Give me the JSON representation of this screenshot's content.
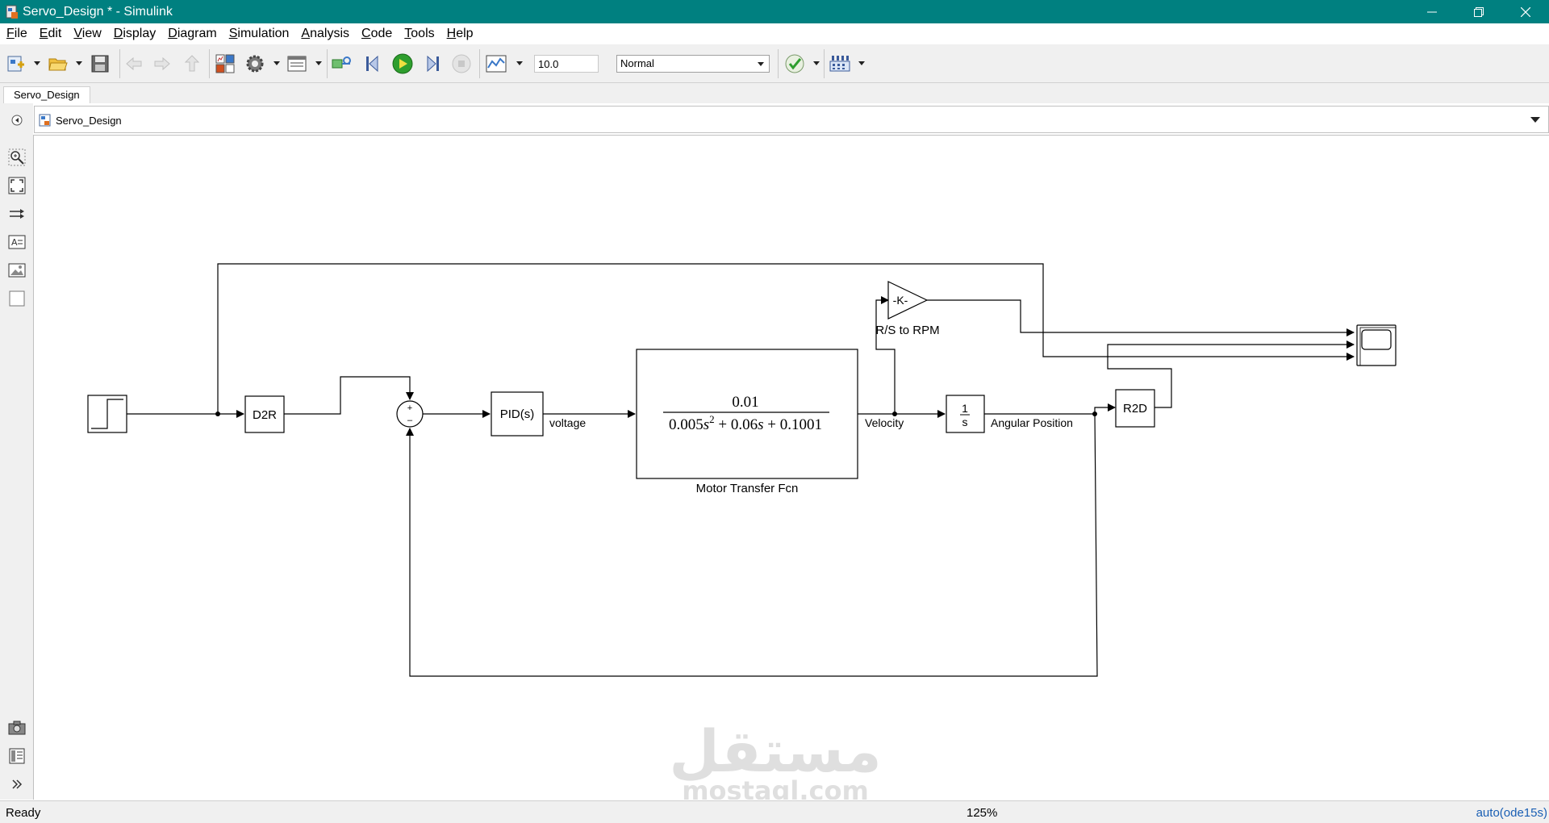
{
  "window": {
    "title": "Servo_Design * - Simulink"
  },
  "menu": [
    {
      "label": "File",
      "key": "F",
      "rest": "ile"
    },
    {
      "label": "Edit",
      "key": "E",
      "rest": "dit"
    },
    {
      "label": "View",
      "key": "V",
      "rest": "iew"
    },
    {
      "label": "Display",
      "key": "D",
      "rest": "isplay"
    },
    {
      "label": "Diagram",
      "key": "D",
      "rest": "iagram"
    },
    {
      "label": "Simulation",
      "key": "S",
      "rest": "imulation"
    },
    {
      "label": "Analysis",
      "key": "A",
      "rest": "nalysis"
    },
    {
      "label": "Code",
      "key": "C",
      "rest": "ode"
    },
    {
      "label": "Tools",
      "key": "T",
      "rest": "ools"
    },
    {
      "label": "Help",
      "key": "H",
      "rest": "elp"
    }
  ],
  "toolbar": {
    "stop_time": "10.0",
    "sim_mode": "Normal"
  },
  "tabs": [
    {
      "label": "Servo_Design"
    }
  ],
  "address": {
    "model": "Servo_Design"
  },
  "diagram": {
    "blocks": {
      "d2r": "D2R",
      "sum_plus": "+",
      "sum_minus": "–",
      "pid": "PID(s)",
      "tf_num": "0.01",
      "tf_den_a": "0.005",
      "tf_den_s": "s",
      "tf_den_exp": "2",
      "tf_den_b": " + 0.06",
      "tf_den_c": "s",
      "tf_den_d": " + 0.1001",
      "tf_name": "Motor Transfer Fcn",
      "integrator_num": "1",
      "integrator_den": "s",
      "gain": "-K-",
      "gain_name": "R/S to RPM",
      "r2d": "R2D"
    },
    "signals": {
      "voltage": "voltage",
      "velocity": "Velocity",
      "angular_position": "Angular Position"
    }
  },
  "status": {
    "left": "Ready",
    "zoom": "125%",
    "solver": "auto(ode15s)"
  },
  "watermark": {
    "arabic": "مستقل",
    "latin": "mostaql.com"
  },
  "colors": {
    "titlebar": "#008080",
    "run_green": "#2e9e2e",
    "solver_link": "#1a5fb4"
  }
}
